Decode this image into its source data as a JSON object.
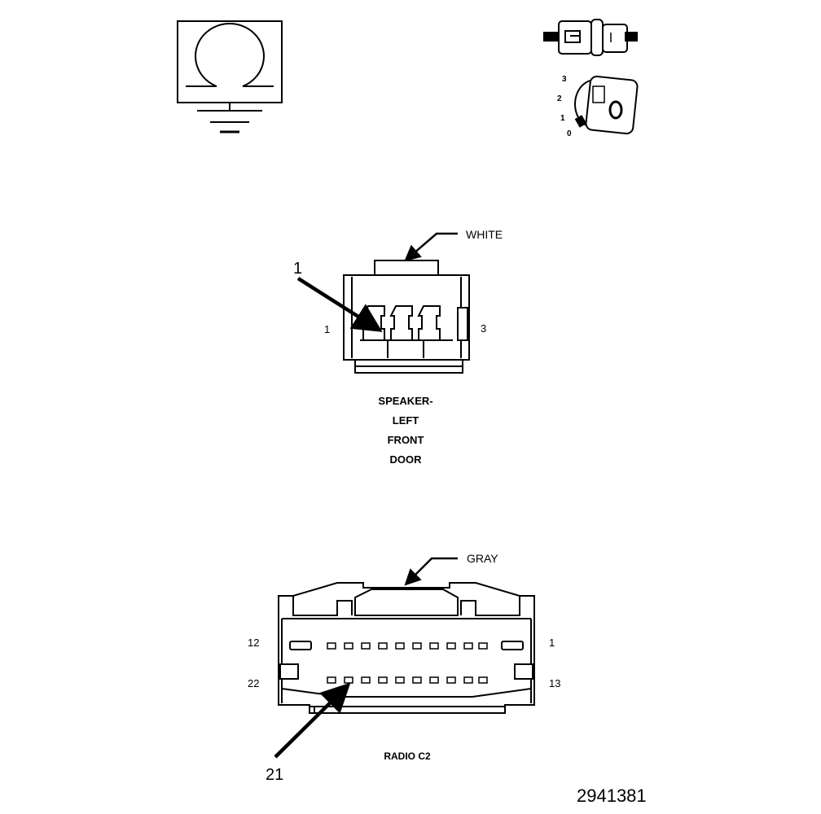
{
  "legend": {
    "key_positions": [
      "3",
      "2",
      "1",
      "0"
    ]
  },
  "speaker_connector": {
    "color_label": "WHITE",
    "callout_number": "1",
    "pin_left": "1",
    "pin_right": "3",
    "name_lines": [
      "SPEAKER-",
      "LEFT",
      "FRONT",
      "DOOR"
    ]
  },
  "radio_connector": {
    "color_label": "GRAY",
    "pin_top_left": "12",
    "pin_top_right": "1",
    "pin_bottom_left": "22",
    "pin_bottom_right": "13",
    "callout_number": "21",
    "name": "RADIO C2"
  },
  "figure_number": "2941381"
}
